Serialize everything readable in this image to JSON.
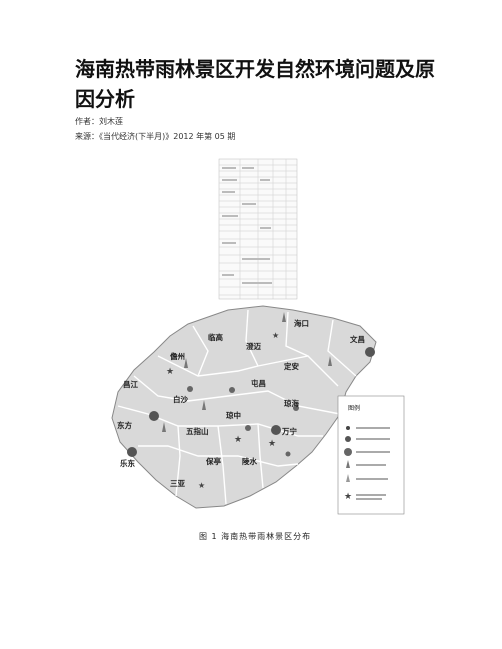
{
  "article": {
    "title": "海南热带雨林景区开发自然环境问题及原因分析",
    "author": "作者：刘木莲",
    "source": "来源：《当代经济(下半月)》2012 年第 05 期"
  },
  "map": {
    "cities": {
      "haikou": "海口",
      "wenchang": "文昌",
      "lingao": "临高",
      "chengmai": "澄迈",
      "danzhou": "儋州",
      "ding_an": "定安",
      "tunchang": "屯昌",
      "changjiang": "昌江",
      "baisha": "白沙",
      "qionghai": "琼海",
      "qiongzhong": "琼中",
      "dongfang": "东方",
      "wanning": "万宁",
      "wuzhishan": "五指山",
      "ledong": "乐东",
      "baoting": "保亭",
      "lingshui": "陵水",
      "sanya": "三亚"
    },
    "legend": {
      "title": "图例",
      "items": [
        "",
        "",
        "",
        "",
        "",
        ""
      ]
    },
    "caption": "图 1   海南热带雨林景区分布"
  }
}
